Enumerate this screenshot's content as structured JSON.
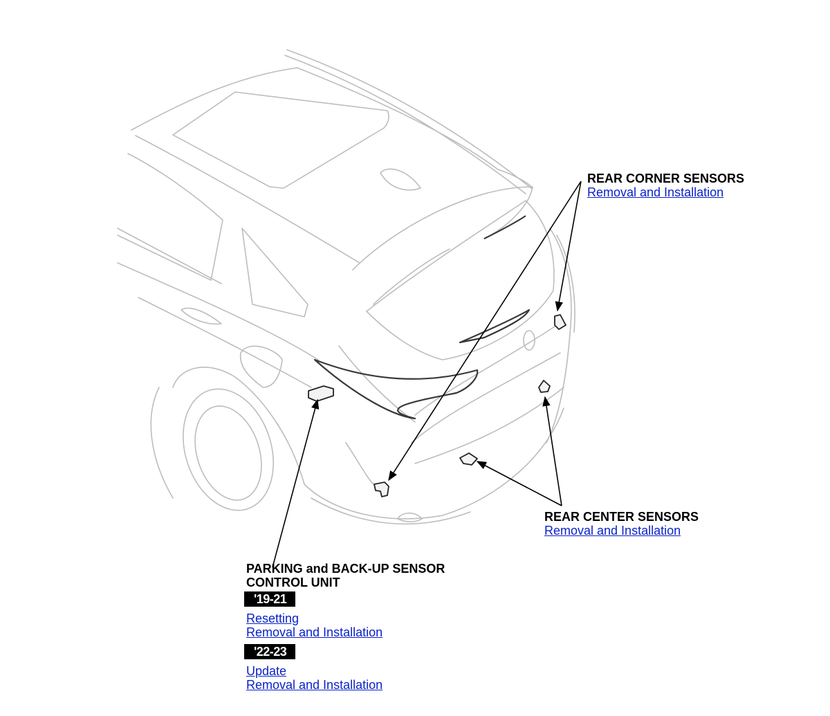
{
  "rear_corner": {
    "title": "REAR CORNER SENSORS",
    "link": "Removal and Installation"
  },
  "rear_center": {
    "title": "REAR CENTER SENSORS",
    "link": "Removal and Installation"
  },
  "control_unit": {
    "title_line1": "PARKING and BACK-UP SENSOR",
    "title_line2": "CONTROL UNIT",
    "groups": [
      {
        "badge": "'19-21",
        "links": [
          "Resetting",
          "Removal and Installation"
        ]
      },
      {
        "badge": "'22-23",
        "links": [
          "Update",
          "Removal and Installation"
        ]
      }
    ]
  },
  "colors": {
    "link": "#0a22c8",
    "outline": "#b8b8b8",
    "leader": "#000000"
  }
}
